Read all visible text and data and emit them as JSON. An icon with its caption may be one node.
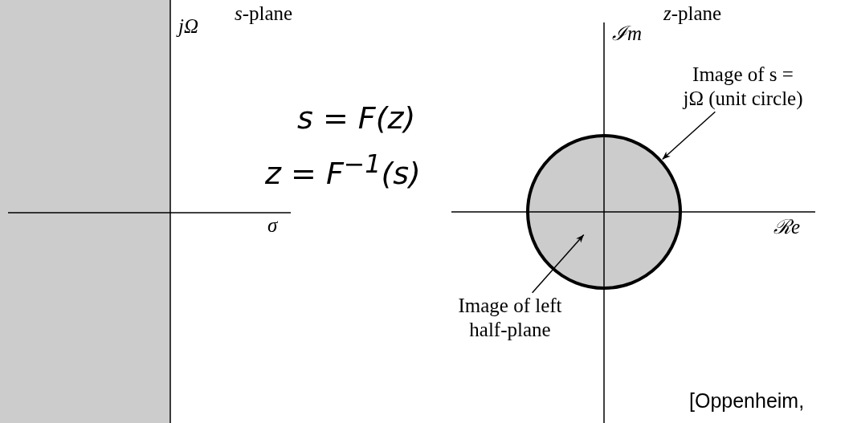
{
  "diagram": {
    "nodes": [
      {
        "text": [],
        "shape": "box"
      },
      {
        "text": [],
        "shape": "circle"
      },
      {
        "text": [
          "Image of s = jΩ (unit circle)"
        ]
      },
      {
        "text": [
          "Image of left half-plane"
        ]
      }
    ],
    "edges": [
      {
        "from": 2,
        "to": 1,
        "arrow": "to"
      },
      {
        "from": 3,
        "to": 1,
        "arrow": "to"
      }
    ],
    "labels": [
      "*s*-plane",
      "jΩ",
      "*z*-plane",
      "ℐm",
      "s = F(z)",
      "z = F$^{−1}$(s)",
      "σ",
      "ℛe",
      "[Oppenheim,"
    ]
  }
}
